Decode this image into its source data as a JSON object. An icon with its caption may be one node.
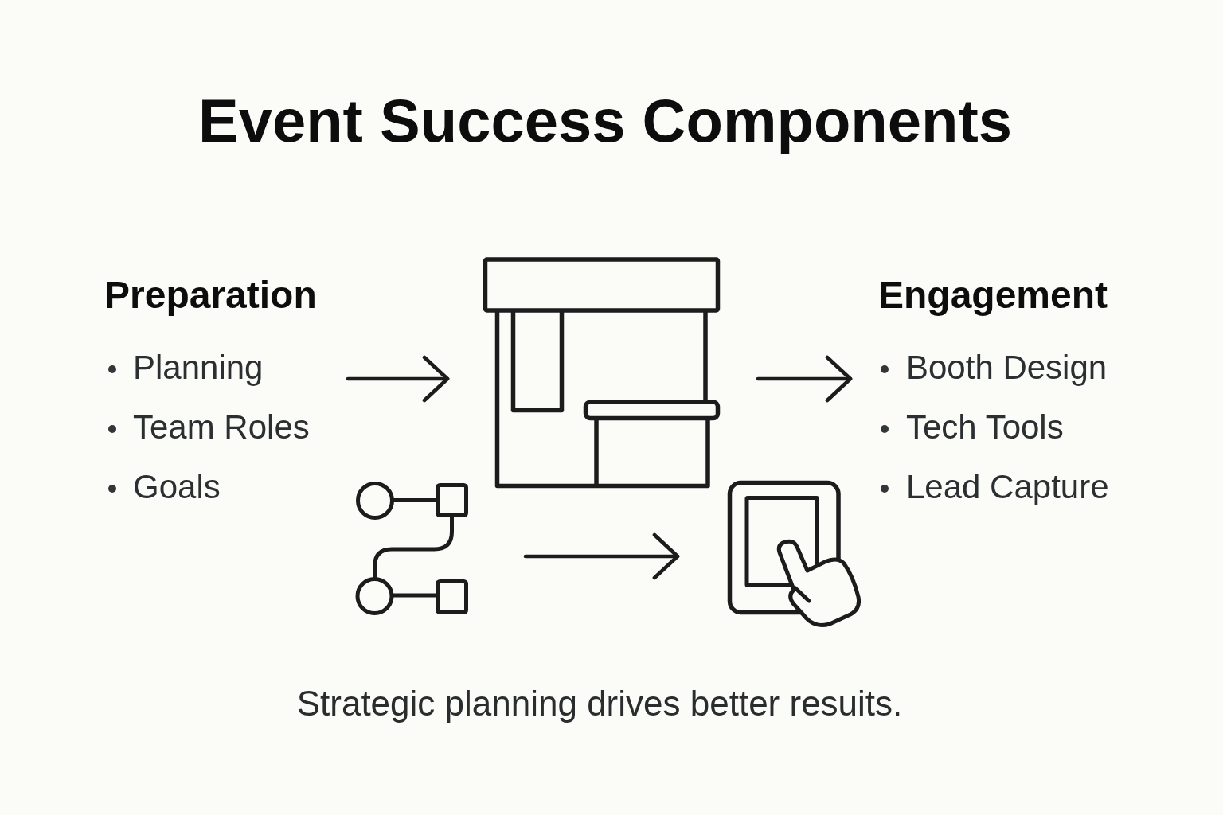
{
  "diagram": {
    "title": "Event Success Components",
    "caption": "Strategic planning drives better resuits.",
    "nodes": [
      {
        "text": [
          "Preparation",
          "Planning",
          "Team Roles",
          "Goals"
        ]
      },
      {
        "text": [],
        "shape": "picture"
      },
      {
        "text": [
          "Engagement",
          "Booth Design",
          "Tech Tools",
          "Lead Capture"
        ]
      },
      {
        "text": [],
        "shape": "picture"
      },
      {
        "text": [],
        "shape": "picture"
      }
    ],
    "edges": [
      {
        "from": 0,
        "to": 1,
        "arrow": "to"
      },
      {
        "from": 1,
        "to": 2,
        "arrow": "to"
      },
      {
        "from": 3,
        "to": 4,
        "arrow": "to"
      }
    ]
  }
}
